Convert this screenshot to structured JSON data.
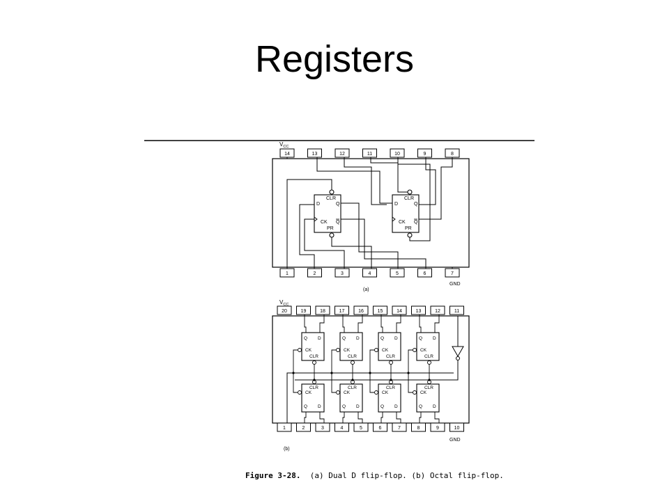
{
  "slide": {
    "title": "Registers"
  },
  "figure_a": {
    "vcc": "V",
    "vcc_sub": "CC",
    "top_pins": [
      "14",
      "13",
      "12",
      "11",
      "10",
      "9",
      "8"
    ],
    "bottom_pins": [
      "1",
      "2",
      "3",
      "4",
      "5",
      "6",
      "7"
    ],
    "gnd": "GND",
    "label": "(a)",
    "ff": {
      "clr": "CLR",
      "d": "D",
      "q": "Q",
      "ck": "CK",
      "qbar": "Q",
      "pr": "PR"
    }
  },
  "figure_b": {
    "vcc": "V",
    "vcc_sub": "CC",
    "top_pins": [
      "20",
      "19",
      "18",
      "17",
      "16",
      "15",
      "14",
      "13",
      "12",
      "11"
    ],
    "bottom_pins": [
      "1",
      "2",
      "3",
      "4",
      "5",
      "6",
      "7",
      "8",
      "9",
      "10"
    ],
    "gnd": "GND",
    "label": "(b)",
    "ff": {
      "q": "Q",
      "d": "D",
      "ck": "CK",
      "clr": "CLR"
    }
  },
  "caption": {
    "figure": "Figure 3-28.",
    "text": "(a) Dual D flip-flop. (b) Octal flip-flop."
  }
}
